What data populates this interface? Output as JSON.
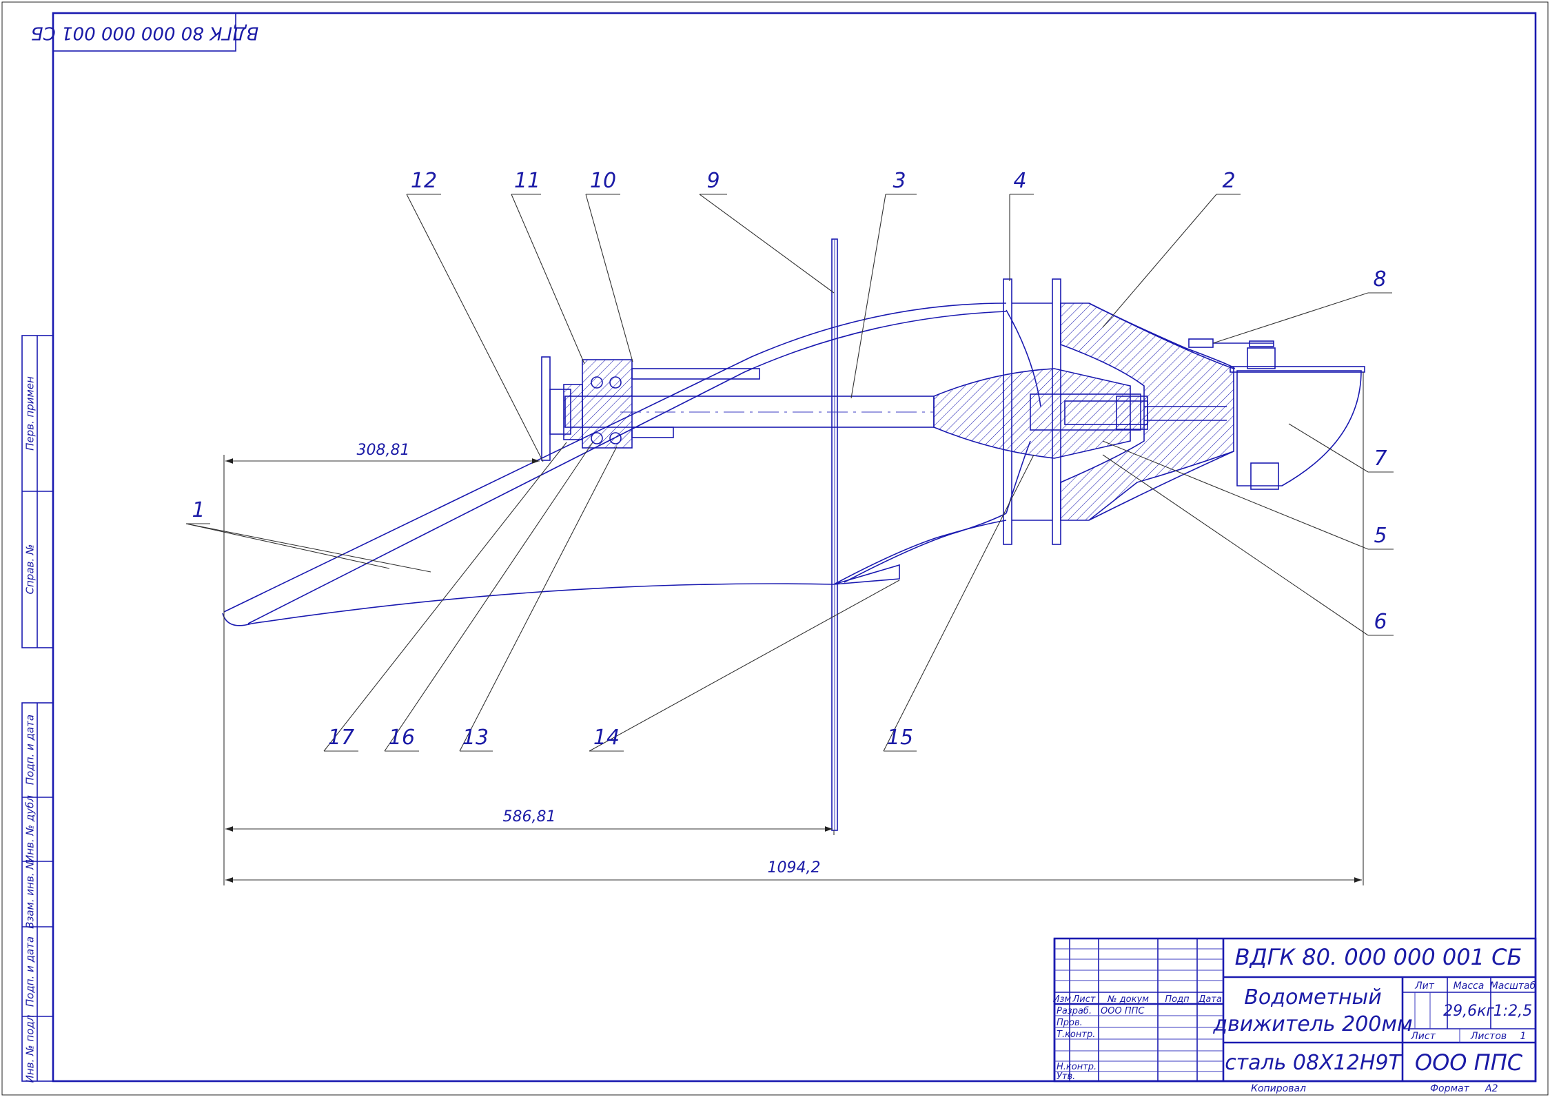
{
  "doc_code_top": "ВДГК 80 000 000 001 СБ",
  "side_labels": [
    "Перв. примен",
    "Справ. №",
    "Подп. и дата",
    "Инв. № дубл",
    "Взам. инв. №",
    "Подп. и дата",
    "Инв. № подл"
  ],
  "callouts": [
    "1",
    "2",
    "3",
    "4",
    "5",
    "6",
    "7",
    "8",
    "9",
    "10",
    "11",
    "12",
    "13",
    "14",
    "15",
    "16",
    "17"
  ],
  "dimensions": {
    "d1": "308,81",
    "d2": "586,81",
    "d3": "1094,2"
  },
  "title_block": {
    "code": "ВДГК 80. 000 000 001 СБ",
    "name_line1": "Водометный",
    "name_line2": "движитель 200мм",
    "material": "сталь 08Х12Н9Т",
    "org": "ООО ППС",
    "col_lit": "Лит",
    "col_mass": "Масса",
    "col_scale": "Масштаб",
    "mass": "29,6кг",
    "scale": "1:2,5",
    "sheet": "Лист",
    "sheets": "Листов",
    "sheets_count": "1",
    "hdr_izm": "Изм",
    "hdr_list": "Лист",
    "hdr_doc": "№ докум",
    "hdr_podp": "Подп",
    "hdr_date": "Дата",
    "row_razrab": "Разраб.",
    "row_razrab_name": "ООО ППС",
    "row_prov": "Пров.",
    "row_tkontr": "Т.контр.",
    "row_nkontr": "Н.контр.",
    "row_utv": "Утв.",
    "copied": "Копировал",
    "format": "Формат",
    "format_val": "А2"
  },
  "colors": {
    "line": "#1a1ab0",
    "paper": "#ffffff"
  }
}
